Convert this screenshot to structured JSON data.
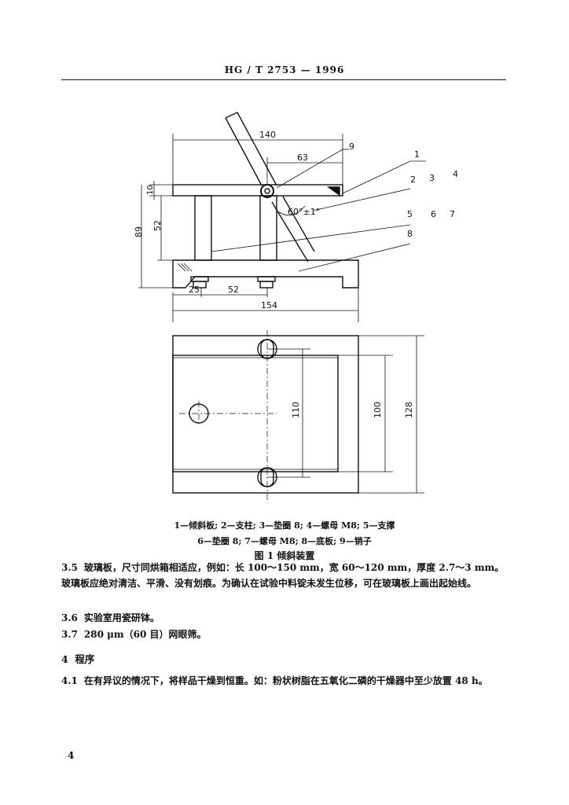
{
  "header": {
    "standard_number": "HG / T 2753 — 1996"
  },
  "figure": {
    "dimensions": {
      "overall_length_top": "140",
      "hole_offset": "63",
      "plate_thickness": "10",
      "total_height": "89",
      "post_height": "52",
      "angle": "60°±1°",
      "base_offset": "25",
      "post_spacing": "52",
      "base_length": "154",
      "inner_width": "110",
      "glass_width": "100",
      "outer_width": "128"
    },
    "callouts": [
      "9",
      "1",
      "2",
      "3",
      "4",
      "5",
      "6",
      "7",
      "8"
    ],
    "legend_line1": "1—倾斜板;  2—支柱;  3—垫圈 8;  4—螺母 M8;  5—支撑",
    "legend_line2": "6—垫圈 8;  7—螺母 M8;  8—底板;  9—销子",
    "title": "图 1  倾斜装置"
  },
  "sections": {
    "s3_5": {
      "number": "3.5",
      "text": "玻璃板，尺寸同烘箱相适应，例如：长 100～150 mm，宽 60～120 mm，厚度 2.7～3 mm。玻璃板应绝对清洁、平滑、没有划痕。为确认在试验中料锭未发生位移，可在玻璃板上画出起始线。"
    },
    "s3_6": {
      "number": "3.6",
      "text": "实验室用瓷研钵。"
    },
    "s3_7": {
      "number": "3.7",
      "text": "280 μm（60 目）网眼筛。"
    },
    "s4": {
      "number": "4",
      "title": "程序"
    },
    "s4_1": {
      "number": "4.1",
      "text": "在有异议的情况下，将样品干燥到恒重。如：粉状树脂在五氧化二磷的干燥器中至少放置 48 h。"
    }
  },
  "page_number": "4"
}
